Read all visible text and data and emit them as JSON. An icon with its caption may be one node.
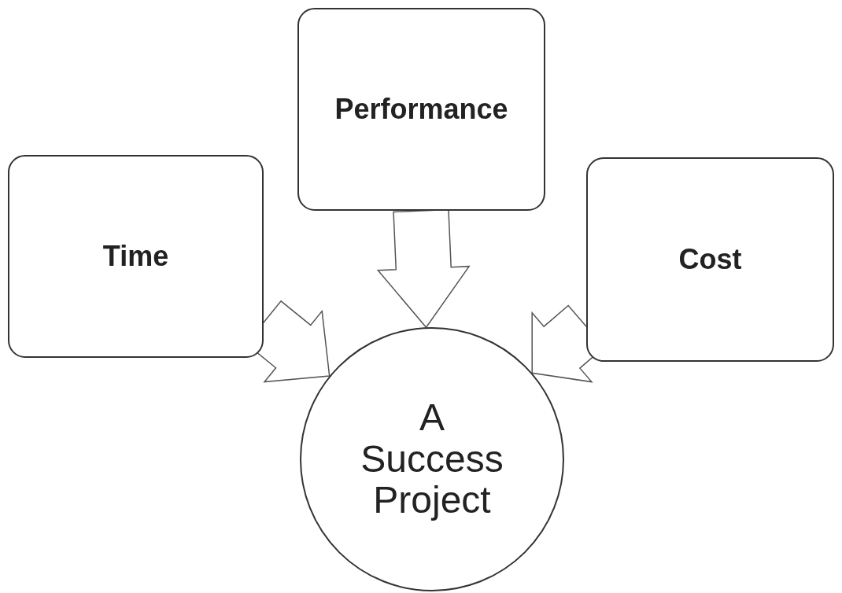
{
  "diagram": {
    "nodes": [
      {
        "text": [
          "Time"
        ]
      },
      {
        "text": [
          "Performance"
        ]
      },
      {
        "text": [
          "Cost"
        ]
      },
      {
        "text": [
          "A Success Project"
        ]
      }
    ],
    "edges": [
      {
        "from": 0,
        "to": 3,
        "arrow": "to"
      },
      {
        "from": 1,
        "to": 3,
        "arrow": "to"
      },
      {
        "from": 2,
        "to": 3,
        "arrow": "to"
      }
    ]
  }
}
